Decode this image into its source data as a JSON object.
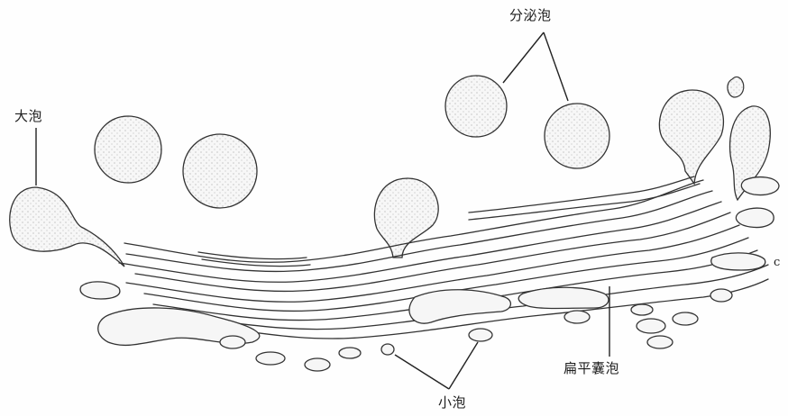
{
  "labels": {
    "secretory_vesicle": "分泌泡",
    "large_vesicle": "大泡",
    "small_vesicle": "小泡",
    "flattened_saccule": "扁平囊泡",
    "edge_mark": "c"
  }
}
